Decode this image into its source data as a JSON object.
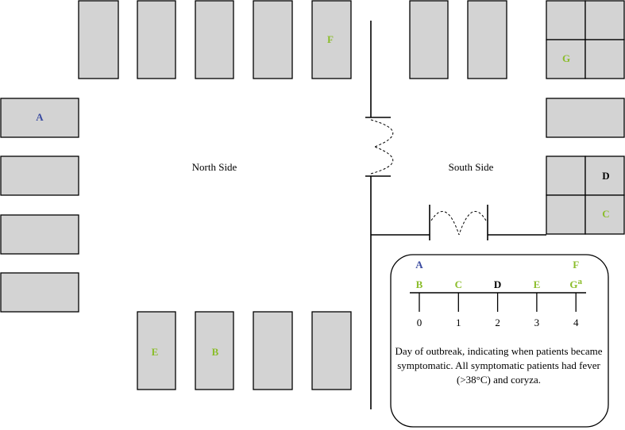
{
  "colors": {
    "green": "#8bbd2b",
    "blue": "#3a4ba0",
    "black": "#000000",
    "room_fill": "#d3d3d3"
  },
  "floorplan": {
    "north_label": "North Side",
    "south_label": "South Side",
    "rooms": [
      {
        "id": "top-1",
        "label": "",
        "color": "black"
      },
      {
        "id": "top-2",
        "label": "",
        "color": "black"
      },
      {
        "id": "top-3",
        "label": "",
        "color": "black"
      },
      {
        "id": "top-4",
        "label": "",
        "color": "black"
      },
      {
        "id": "top-5",
        "label": "F",
        "color": "green"
      },
      {
        "id": "top-6",
        "label": "",
        "color": "black"
      },
      {
        "id": "top-7",
        "label": "",
        "color": "black"
      },
      {
        "id": "left-1",
        "label": "A",
        "color": "blue"
      },
      {
        "id": "left-2",
        "label": "",
        "color": "black"
      },
      {
        "id": "left-3",
        "label": "",
        "color": "black"
      },
      {
        "id": "left-4",
        "label": "",
        "color": "black"
      },
      {
        "id": "bottom-1",
        "label": "E",
        "color": "green"
      },
      {
        "id": "bottom-2",
        "label": "B",
        "color": "green"
      },
      {
        "id": "bottom-3",
        "label": "",
        "color": "black"
      },
      {
        "id": "bottom-4",
        "label": "",
        "color": "black"
      },
      {
        "id": "ne-1",
        "label": "",
        "color": "black"
      },
      {
        "id": "ne-2",
        "label": "",
        "color": "black"
      },
      {
        "id": "ne-3",
        "label": "G",
        "color": "green"
      },
      {
        "id": "ne-4",
        "label": "",
        "color": "black"
      },
      {
        "id": "east-1",
        "label": "",
        "color": "black"
      },
      {
        "id": "se-1",
        "label": "",
        "color": "black"
      },
      {
        "id": "se-2",
        "label": "D",
        "color": "black"
      },
      {
        "id": "se-3",
        "label": "",
        "color": "black"
      },
      {
        "id": "se-4",
        "label": "C",
        "color": "green"
      }
    ]
  },
  "timeline": {
    "ticks": [
      "0",
      "1",
      "2",
      "3",
      "4"
    ],
    "row_lower": [
      {
        "day": 0,
        "label": "B",
        "color": "green",
        "superscript": ""
      },
      {
        "day": 1,
        "label": "C",
        "color": "green",
        "superscript": ""
      },
      {
        "day": 2,
        "label": "D",
        "color": "black",
        "superscript": ""
      },
      {
        "day": 3,
        "label": "E",
        "color": "green",
        "superscript": ""
      },
      {
        "day": 4,
        "label": "G",
        "color": "green",
        "superscript": "a"
      }
    ],
    "row_upper": [
      {
        "day": 0,
        "label": "A",
        "color": "blue",
        "superscript": ""
      },
      {
        "day": 4,
        "label": "F",
        "color": "green",
        "superscript": ""
      }
    ],
    "caption": "Day of outbreak, indicating when patients became symptomatic. All symptomatic patients had fever (>38°C) and coryza."
  }
}
